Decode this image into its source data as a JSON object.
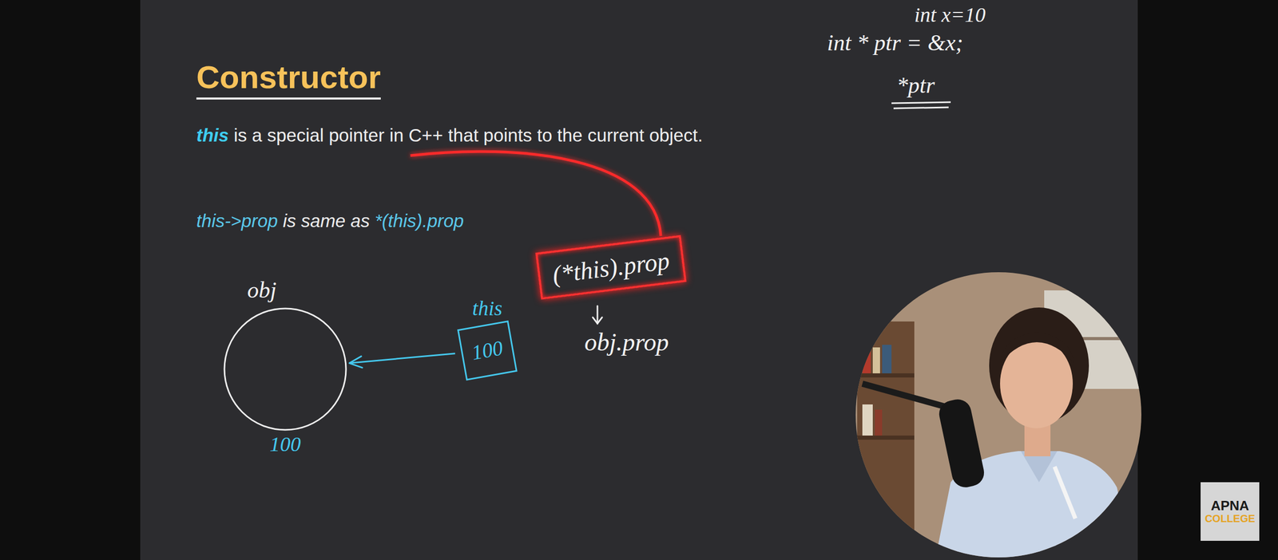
{
  "diagram": {
    "title": "Constructor",
    "nodes": [
      {
        "text": [
          "obj",
          "100"
        ]
      },
      {
        "text": [
          "this",
          "100"
        ]
      },
      {
        "text": [
          "(*this).prop"
        ]
      },
      {
        "text": [
          "APNA",
          "COLLEGE"
        ]
      }
    ],
    "edges": [
      {
        "from": 1,
        "to": 0,
        "arrow": "to"
      }
    ],
    "labels": [
      "int x=10",
      "int * ptr = &x;",
      "*ptr",
      "this",
      "is a special pointer in C++ that points to the current object.",
      "this->prop",
      "is same as",
      "*(this).prop",
      "obj.prop"
    ]
  }
}
